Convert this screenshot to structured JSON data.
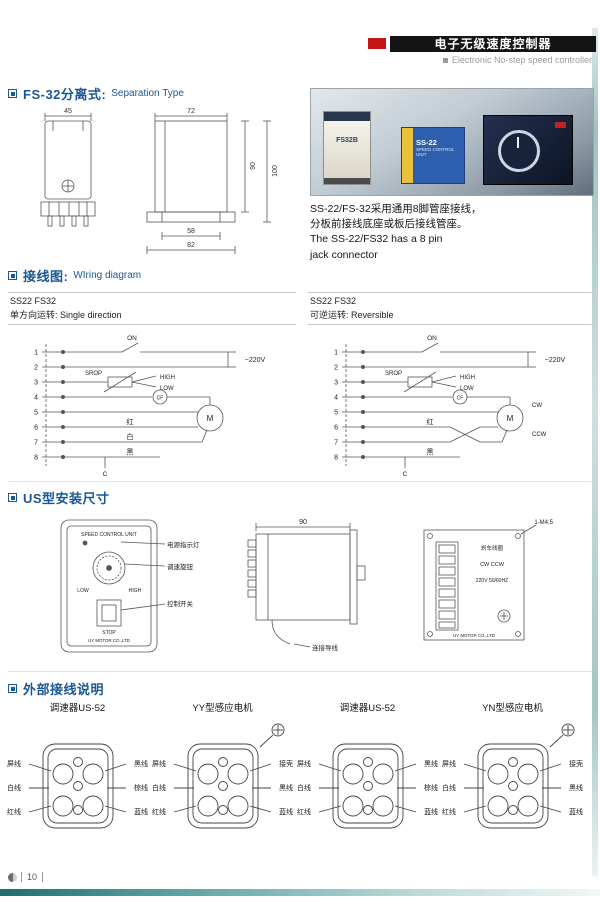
{
  "page": {
    "page_number": "10"
  },
  "header": {
    "title_cn": "电子无级速度控制器",
    "subtitle_en": "Electronic No-step speed controller",
    "accent_red": "#c41414",
    "bar_black": "#141414",
    "title_blue": "#1a5796"
  },
  "icons": {
    "section_bullet": "square-bullet",
    "ground": "earth-ground-circle-plus",
    "page_mark": "half-circle"
  },
  "sec1": {
    "title_cn": "FS-32分离式:",
    "title_en": "Separation Type",
    "dims": {
      "d45": "45",
      "d72": "72",
      "d90": "90",
      "d100": "100",
      "d58": "58",
      "d82": "82"
    },
    "photo": {
      "device1": "FS32B",
      "device2": "SS-22",
      "device2_sub": "SPEED CONTROL UNIT"
    },
    "caption": {
      "l1": "SS-22/FS-32采用通用8脚管座接线，",
      "l2": "分板前接线底座或板后接线管座。",
      "l3": "The SS-22/FS32 has a 8 pin",
      "l4": "jack connector"
    }
  },
  "sec2": {
    "title_cn": "接线图:",
    "title_en": "WIring diagram",
    "left": {
      "model": "SS22  FS32",
      "mode_cn": "单方向运转:",
      "mode_en": " Single direction"
    },
    "right": {
      "model": "SS22  FS32",
      "mode_cn": "可逆运转:",
      "mode_en": " Reversible"
    },
    "lbl": {
      "on": "ON",
      "v220": "~220V",
      "srop": "SROP",
      "high": "HIGH",
      "low": "LOW",
      "cf": "CF",
      "m": "M",
      "red": "红",
      "white": "白",
      "black": "黑",
      "c": "C",
      "cw": "CW",
      "ccw": "CCW",
      "t1": "1",
      "t2": "2",
      "t3": "3",
      "t4": "4",
      "t5": "5",
      "t6": "6",
      "t7": "7",
      "t8": "8"
    }
  },
  "sec3": {
    "title_cn": "US型安装尺寸",
    "panel": {
      "title": "SPEED CONTROL UNIT",
      "low": "LOW",
      "high": "HIGH",
      "stop": "STOP",
      "brand": "UY MOTOR CO.,LTD",
      "ann1": "电源指示灯",
      "ann2": "调速旋钮",
      "ann3": "控制开关"
    },
    "side": {
      "dim": "90",
      "cable": "连接导线"
    },
    "back": {
      "hole": "1-M4.5",
      "l1": "刹车线圈",
      "l2": "CW CCW",
      "l3": "220V 50/60HZ",
      "plus": "+",
      "brand": "UY MOTOR CO.,LTD"
    }
  },
  "sec4": {
    "title_cn": "外部接线说明",
    "items": [
      {
        "label": "调速器US-52",
        "left": [
          "屏线",
          "白线",
          "红线"
        ],
        "right": [
          "黑线",
          "棕线",
          "蓝线"
        ],
        "has_ground": false
      },
      {
        "label": "YY型感应电机",
        "left": [
          "屏线",
          "白线",
          "红线"
        ],
        "right": [
          "接壳",
          "黑线",
          "蓝线"
        ],
        "has_ground": true
      },
      {
        "label": "调速器US-52",
        "left": [
          "屏线",
          "白线",
          "红线"
        ],
        "right": [
          "黑线",
          "棕线",
          "蓝线"
        ],
        "has_ground": false
      },
      {
        "label": "YN型感应电机",
        "left": [
          "屏线",
          "白线",
          "红线"
        ],
        "right": [
          "接壳",
          "黑线",
          "蓝线"
        ],
        "has_ground": true
      }
    ]
  }
}
